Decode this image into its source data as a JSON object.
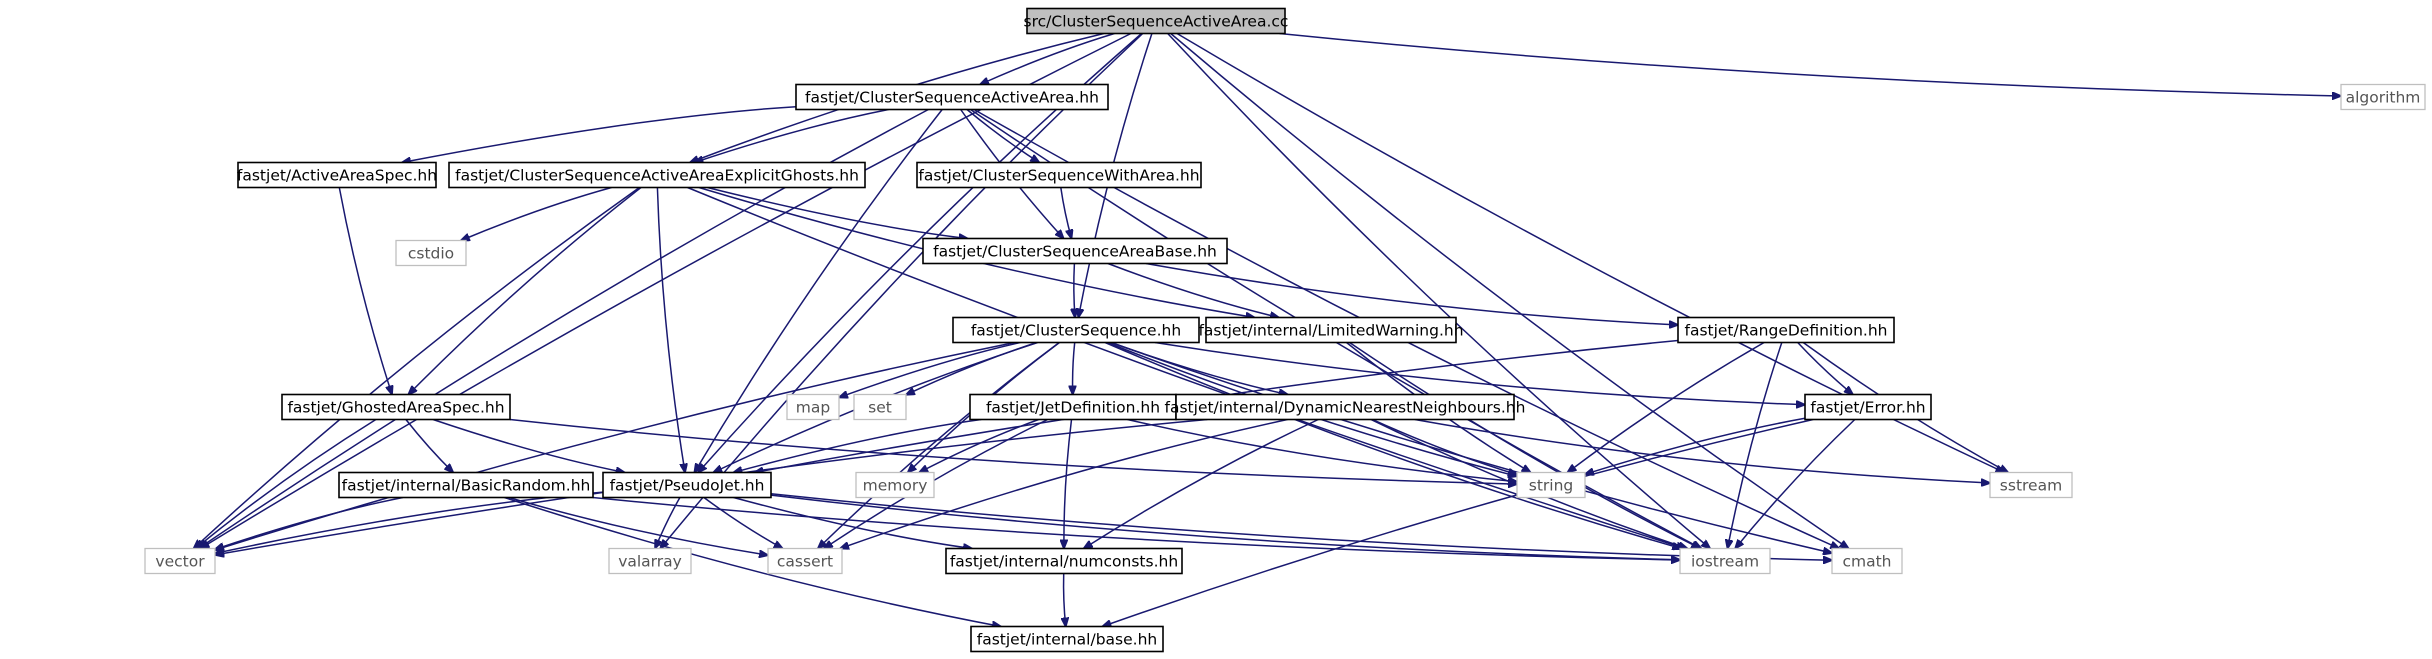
{
  "graph": {
    "nodes": [
      {
        "id": "root",
        "label": "src/ClusterSequenceActiveArea.cc",
        "kind": "root"
      },
      {
        "id": "csaa",
        "label": "fastjet/ClusterSequenceActiveArea.hh",
        "kind": "main"
      },
      {
        "id": "algorithm",
        "label": "algorithm",
        "kind": "sys"
      },
      {
        "id": "aas",
        "label": "fastjet/ActiveAreaSpec.hh",
        "kind": "main"
      },
      {
        "id": "csaaeg",
        "label": "fastjet/ClusterSequenceActiveAreaExplicitGhosts.hh",
        "kind": "main"
      },
      {
        "id": "cswa",
        "label": "fastjet/ClusterSequenceWithArea.hh",
        "kind": "main"
      },
      {
        "id": "cstdio",
        "label": "cstdio",
        "kind": "sys"
      },
      {
        "id": "csab",
        "label": "fastjet/ClusterSequenceAreaBase.hh",
        "kind": "main"
      },
      {
        "id": "cs",
        "label": "fastjet/ClusterSequence.hh",
        "kind": "main"
      },
      {
        "id": "lw",
        "label": "fastjet/internal/LimitedWarning.hh",
        "kind": "main"
      },
      {
        "id": "rd",
        "label": "fastjet/RangeDefinition.hh",
        "kind": "main"
      },
      {
        "id": "map",
        "label": "map",
        "kind": "sys"
      },
      {
        "id": "set",
        "label": "set",
        "kind": "sys"
      },
      {
        "id": "gas",
        "label": "fastjet/GhostedAreaSpec.hh",
        "kind": "main"
      },
      {
        "id": "jd",
        "label": "fastjet/JetDefinition.hh",
        "kind": "main"
      },
      {
        "id": "dnn",
        "label": "fastjet/internal/DynamicNearestNeighbours.hh",
        "kind": "main"
      },
      {
        "id": "err",
        "label": "fastjet/Error.hh",
        "kind": "main"
      },
      {
        "id": "br",
        "label": "fastjet/internal/BasicRandom.hh",
        "kind": "main"
      },
      {
        "id": "pj",
        "label": "fastjet/PseudoJet.hh",
        "kind": "main"
      },
      {
        "id": "memory",
        "label": "memory",
        "kind": "sys"
      },
      {
        "id": "string",
        "label": "string",
        "kind": "sys"
      },
      {
        "id": "sstream",
        "label": "sstream",
        "kind": "sys"
      },
      {
        "id": "vector",
        "label": "vector",
        "kind": "sys"
      },
      {
        "id": "valarray",
        "label": "valarray",
        "kind": "sys"
      },
      {
        "id": "cassert",
        "label": "cassert",
        "kind": "sys"
      },
      {
        "id": "numconsts",
        "label": "fastjet/internal/numconsts.hh",
        "kind": "main"
      },
      {
        "id": "iostream",
        "label": "iostream",
        "kind": "sys"
      },
      {
        "id": "cmath",
        "label": "cmath",
        "kind": "sys"
      },
      {
        "id": "base",
        "label": "fastjet/internal/base.hh",
        "kind": "main"
      }
    ],
    "edges": [
      [
        "root",
        "csaa"
      ],
      [
        "root",
        "algorithm"
      ],
      [
        "root",
        "vector"
      ],
      [
        "root",
        "valarray"
      ],
      [
        "root",
        "pj"
      ],
      [
        "root",
        "csaaeg"
      ],
      [
        "root",
        "cs"
      ],
      [
        "root",
        "sstream"
      ],
      [
        "root",
        "iostream"
      ],
      [
        "root",
        "cmath"
      ],
      [
        "csaa",
        "aas"
      ],
      [
        "csaa",
        "csaaeg"
      ],
      [
        "csaa",
        "cswa"
      ],
      [
        "csaa",
        "csab"
      ],
      [
        "csaa",
        "pj"
      ],
      [
        "csaa",
        "vector"
      ],
      [
        "csaa",
        "iostream"
      ],
      [
        "csaa",
        "cmath"
      ],
      [
        "aas",
        "gas"
      ],
      [
        "csaaeg",
        "cstdio"
      ],
      [
        "csaaeg",
        "csab"
      ],
      [
        "csaaeg",
        "gas"
      ],
      [
        "csaaeg",
        "pj"
      ],
      [
        "csaaeg",
        "lw"
      ],
      [
        "csaaeg",
        "vector"
      ],
      [
        "csaaeg",
        "iostream"
      ],
      [
        "cswa",
        "csab"
      ],
      [
        "csab",
        "cs"
      ],
      [
        "csab",
        "lw"
      ],
      [
        "csab",
        "rd"
      ],
      [
        "cs",
        "map"
      ],
      [
        "cs",
        "set"
      ],
      [
        "cs",
        "jd"
      ],
      [
        "cs",
        "dnn"
      ],
      [
        "cs",
        "err"
      ],
      [
        "cs",
        "pj"
      ],
      [
        "cs",
        "memory"
      ],
      [
        "cs",
        "string"
      ],
      [
        "cs",
        "vector"
      ],
      [
        "cs",
        "cassert"
      ],
      [
        "cs",
        "iostream"
      ],
      [
        "cs",
        "cmath"
      ],
      [
        "lw",
        "string"
      ],
      [
        "lw",
        "iostream"
      ],
      [
        "rd",
        "pj"
      ],
      [
        "rd",
        "err"
      ],
      [
        "rd",
        "string"
      ],
      [
        "rd",
        "iostream"
      ],
      [
        "rd",
        "sstream"
      ],
      [
        "gas",
        "br"
      ],
      [
        "gas",
        "pj"
      ],
      [
        "gas",
        "vector"
      ],
      [
        "gas",
        "string"
      ],
      [
        "jd",
        "pj"
      ],
      [
        "jd",
        "memory"
      ],
      [
        "jd",
        "string"
      ],
      [
        "jd",
        "cassert"
      ],
      [
        "jd",
        "numconsts"
      ],
      [
        "dnn",
        "vector"
      ],
      [
        "dnn",
        "string"
      ],
      [
        "dnn",
        "iostream"
      ],
      [
        "dnn",
        "sstream"
      ],
      [
        "dnn",
        "cassert"
      ],
      [
        "dnn",
        "numconsts"
      ],
      [
        "err",
        "string"
      ],
      [
        "err",
        "iostream"
      ],
      [
        "err",
        "base"
      ],
      [
        "br",
        "vector"
      ],
      [
        "br",
        "cassert"
      ],
      [
        "br",
        "iostream"
      ],
      [
        "br",
        "base"
      ],
      [
        "pj",
        "vector"
      ],
      [
        "pj",
        "valarray"
      ],
      [
        "pj",
        "cassert"
      ],
      [
        "pj",
        "numconsts"
      ],
      [
        "pj",
        "iostream"
      ],
      [
        "pj",
        "cmath"
      ],
      [
        "numconsts",
        "base"
      ]
    ]
  }
}
